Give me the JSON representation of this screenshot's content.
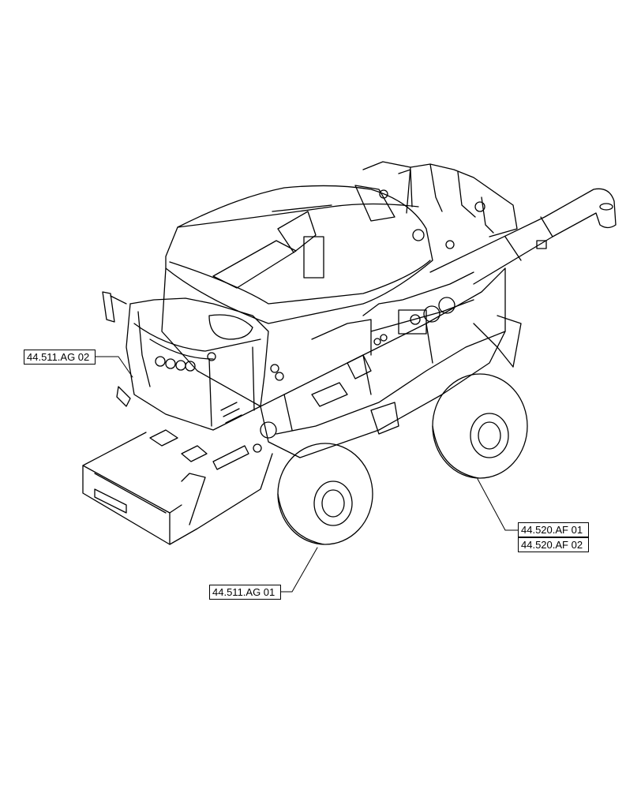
{
  "callouts": {
    "ag02": "44.511.AG 02",
    "ag01": "44.511.AG 01",
    "af01": "44.520.AF 01",
    "af02": "44.520.AF 02"
  },
  "colors": {
    "line": "#000000",
    "background": "#ffffff"
  }
}
